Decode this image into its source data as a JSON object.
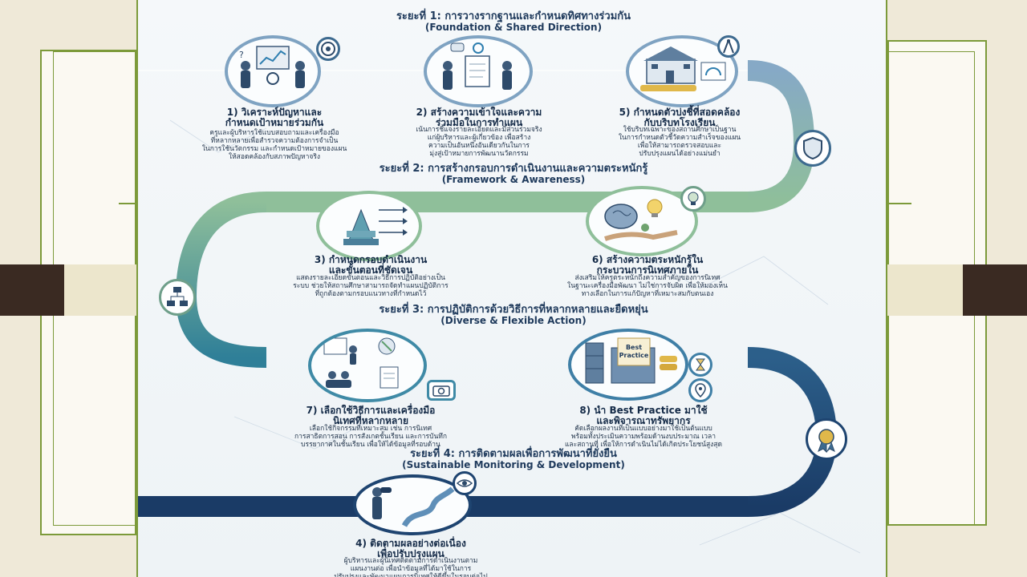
{
  "phases": [
    {
      "title": "ระยะที่ 1: การวางรากฐานและกำหนดทิศทางร่วมกัน",
      "subtitle": "(Foundation & Shared Direction)"
    },
    {
      "title": "ระยะที่ 2: การสร้างกรอบการดำเนินงานและความตระหนักรู้",
      "subtitle": "(Framework & Awareness)"
    },
    {
      "title": "ระยะที่ 3: การปฏิบัติการด้วยวิธีการที่หลากหลายและยืดหยุ่น",
      "subtitle": "(Diverse & Flexible Action)"
    },
    {
      "title": "ระยะที่ 4: การติดตามผลเพื่อการพัฒนาที่ยั่งยืน",
      "subtitle": "(Sustainable Monitoring & Development)"
    }
  ],
  "steps": {
    "s1": {
      "title": "1) วิเคราะห์ปัญหาและ\nกำหนดเป้าหมายร่วมกัน",
      "desc": "ครูและผู้บริหารใช้แบบสอบถามและเครื่องมือ\nที่หลากหลายเพื่อสำรวจความต้องการจำเป็น\nในการใช้นวัตกรรม และกำหนดเป้าหมายของแผน\nให้สอดคล้องกับสภาพปัญหาจริง"
    },
    "s2": {
      "title": "2) สร้างความเข้าใจและความ\nร่วมมือในการทำแผน",
      "desc": "เน้นการชี้แจงรายละเอียดและมีส่วนร่วมจริง\nแก่ผู้บริหารและผู้เกี่ยวข้อง เพื่อสร้าง\nความเป็นอันหนึ่งอันเดียวกันในการ\nมุ่งสู่เป้าหมายการพัฒนานวัตกรรม"
    },
    "s5": {
      "title": "5) กำหนดตัวบ่งชี้ที่สอดคล้อง\nกับบริบทโรงเรียน",
      "desc": "ใช้บริบทเฉพาะของสถานศึกษาเป็นฐาน\nในการกำหนดตัวชี้วัดความสำเร็จของแผน\nเพื่อให้สามารถตรวจสอบและ\nปรับปรุงแผนได้อย่างแม่นยำ"
    },
    "s3": {
      "title": "3) กำหนดกรอบดำเนินงาน\nและขั้นตอนที่ชัดเจน",
      "desc": "แสดงรายละเอียดขั้นตอนและวิธีการปฏิบัติอย่างเป็น\nระบบ ช่วยให้สถานศึกษาสามารถจัดทำแผนปฏิบัติการ\nที่ถูกต้องตามกรอบแนวทางที่กำหนดไว้"
    },
    "s6": {
      "title": "6) สร้างความตระหนักรู้ใน\nกระบวนการนิเทศภายใน",
      "desc": "ส่งเสริมให้ครูตระหนักถึงความสำคัญของการนิเทศ\nในฐานะเครื่องมือพัฒนา ไม่ใช่การจับผิด เพื่อให้มองเห็น\nทางเลือกในการแก้ปัญหาที่เหมาะสมกับตนเอง"
    },
    "s7": {
      "title": "7) เลือกใช้วิธีการและเครื่องมือ\nนิเทศที่หลากหลาย",
      "desc": "เลือกใช้กิจกรรมที่เหมาะสม เช่น การนิเทศ\nการสาธิตการสอน การสังเกตชั้นเรียน และการบันทึก\nบรรยากาศในชั้นเรียน เพื่อให้ได้ข้อมูลที่รอบด้าน"
    },
    "s8": {
      "title": "8) นำ Best Practice มาใช้\nและพิจารณาทรัพยากร",
      "desc": "คัดเลือกผลงานที่เป็นแบบอย่างมาใช้เป็นต้นแบบ\nพร้อมทั้งประเมินความพร้อมด้านงบประมาณ เวลา\nและสถานที่ เพื่อให้การดำเนินไม่ได้เกิดประโยชน์สูงสุด"
    },
    "s4": {
      "title": "4) ติดตามผลอย่างต่อเนื่อง\nเพื่อปรับปรุงแผน",
      "desc": "ผู้บริหารและผู้นิเทศติดตามการดำเนินงานตาม\nแผนงานต่อ เพื่อนำข้อมูลที่ได้มาใช้ในการ\nปรับปรุงและพัฒนาแผนการนิเทศให้ดีขึ้นในรอบต่อไป"
    }
  },
  "icons": {
    "best_practice_label": "Best\nPractice"
  },
  "colors": {
    "road_blue": "#7fa3c2",
    "road_green": "#8fbf9a",
    "road_navy": "#1e4470",
    "title_navy": "#1f3a5c",
    "frame_green": "#7c9a3a"
  }
}
